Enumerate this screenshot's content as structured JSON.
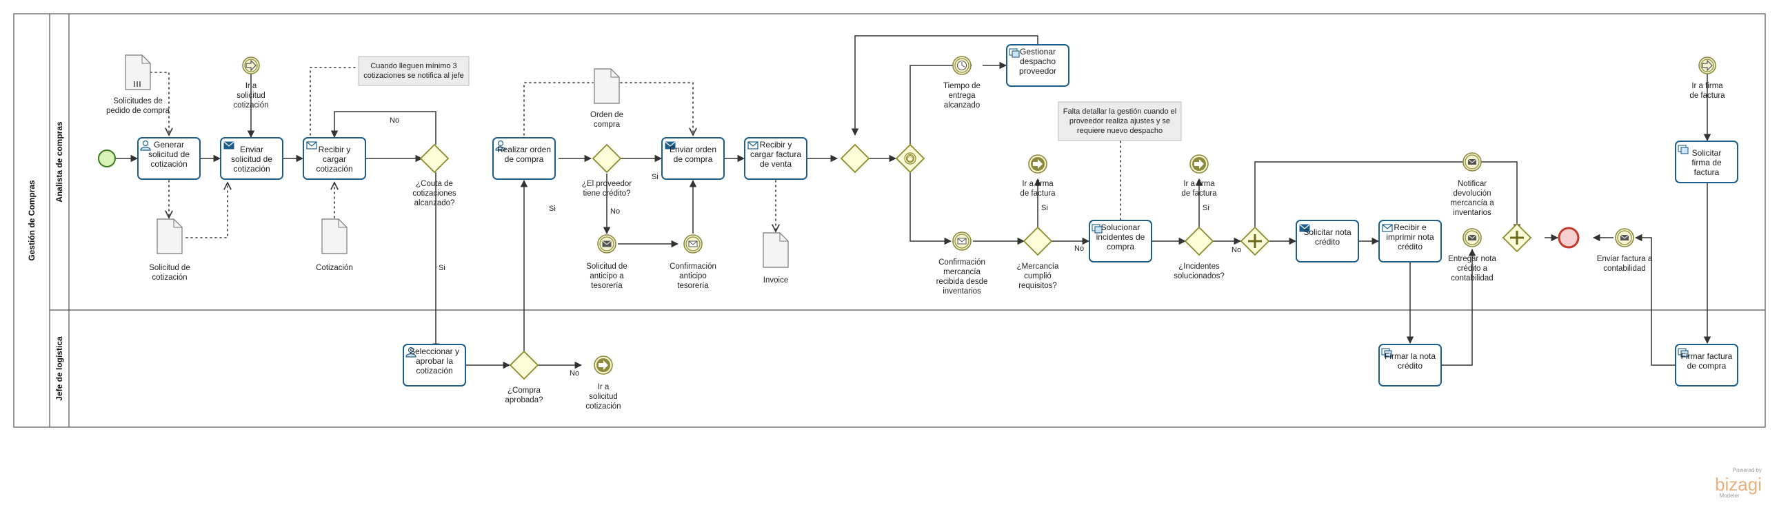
{
  "pool": {
    "title": "Gestión de Compras"
  },
  "lanes": [
    {
      "id": "analista",
      "title": "Analista de compras"
    },
    {
      "id": "jefe",
      "title": "Jefe de logística"
    }
  ],
  "tasks": {
    "generar": "Generar solicitud de cotización",
    "enviar_sol": "Enviar solicitud de cotización",
    "recibir_cot": "Recibir y cargar cotización",
    "realizar_orden": "Realizar orden de compra",
    "enviar_orden": "Enviar orden de compra",
    "recibir_factura": "Recibir y cargar factura de venta",
    "gestionar": "Gestionar despacho proveedor",
    "solucionar": "Solucionar incidentes de compra",
    "solicitar_nota": "Solicitar nota crédito",
    "recibir_imprimir": "Recibir e imprimir nota crédito",
    "solicitar_firma": "Solicitar firma de factura",
    "seleccionar": "Seleccionar y aprobar la cotización",
    "firmar_nota": "Firmar la nota crédito",
    "firmar_factura": "Firmar factura de compra"
  },
  "docs": {
    "solicitudes_pedido": "Solicitudes de pedido de compra",
    "solicitud_cot": "Solicitud de cotización",
    "cotizacion": "Cotización",
    "orden": "Orden de compra",
    "invoice": "Invoice"
  },
  "events": {
    "ir_solicitud_top": "Ir a solicitud cotización",
    "tiempo_entrega": "Tiempo de entrega alcanzado",
    "confirmacion_mercancia": "Confirmación mercancía recibida desde inventarios",
    "solicitud_anticipo": "Solicitud de anticipo a tesorería",
    "confirmacion_anticipo": "Confirmación anticipo tesorería",
    "ir_firma_1": "Ir a firma de factura",
    "ir_firma_2": "Ir a firma de factura",
    "notificar_devolucion": "Notificar devolución mercancía a inventarios",
    "entregar_nota": "Entregar nota crédito a contabilidad",
    "ir_firma_3": "Ir a firma de factura",
    "enviar_factura_cont": "Enviar factura a contabilidad",
    "ir_solicitud_bottom": "Ir a solicitud cotización"
  },
  "gateways": {
    "cuota": "¿Couta de cotizaciones alcanzado?",
    "credito": "¿El proveedor tiene crédito?",
    "cumplio": "¿Mercancía cumplió requisitos?",
    "incidentes": "¿Incidentes solucionados?",
    "aprobada": "¿Compra aprobada?"
  },
  "flow_labels": {
    "no": "No",
    "si": "Si"
  },
  "annotations": {
    "cotizaciones": "Cuando lleguen mínimo 3 cotizaciones se notifica al jefe",
    "falta": "Falta detallar la gestión cuando el proveedor realiza ajustes y se requiere nuevo despacho"
  },
  "branding": {
    "powered": "Powered by",
    "name": "bizagi",
    "product": "Modeler"
  },
  "colors": {
    "task_border": "#1b5e8c",
    "gateway_fill": "#fdfbd8",
    "start": "#d9f2b8",
    "end": "#c0392b"
  }
}
